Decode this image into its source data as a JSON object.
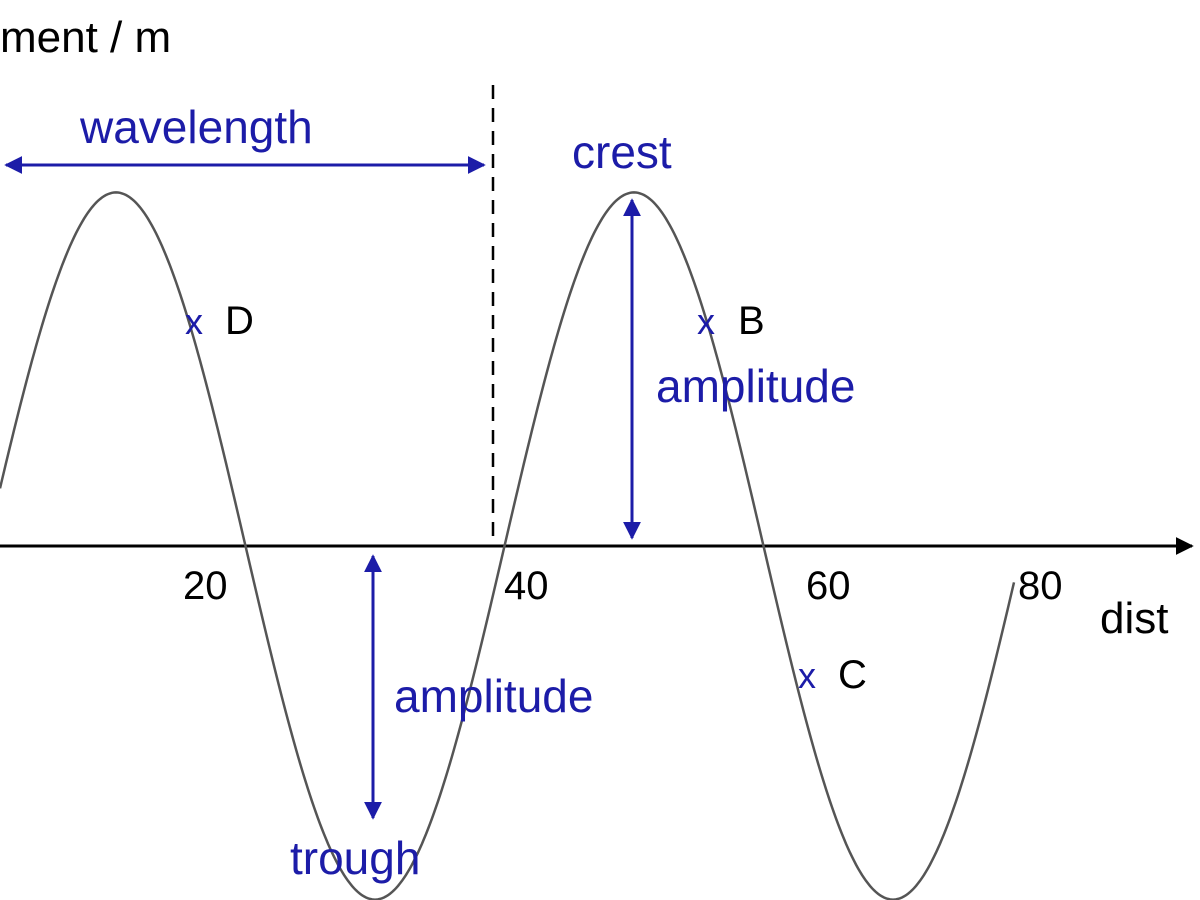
{
  "axis": {
    "y_label": "ment / m",
    "x_label": "dist",
    "ticks": [
      "20",
      "40",
      "60",
      "80"
    ]
  },
  "annotations": {
    "wavelength": "wavelength",
    "crest": "crest",
    "trough": "trough",
    "amplitude_upper": "amplitude",
    "amplitude_lower": "amplitude"
  },
  "points": [
    {
      "label": "D",
      "marker": "x"
    },
    {
      "label": "B",
      "marker": "x"
    },
    {
      "label": "C",
      "marker": "x"
    }
  ],
  "colors": {
    "annotation": "#1c1ca8",
    "curve": "#555555",
    "axis": "#000000"
  }
}
